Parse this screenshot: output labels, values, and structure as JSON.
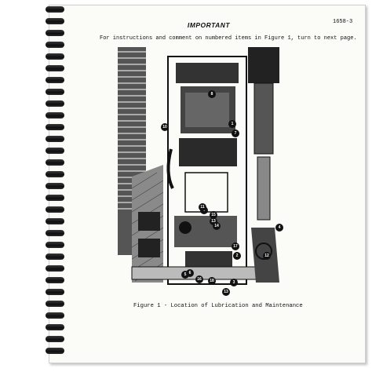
{
  "document": {
    "title": "IMPORTANT",
    "page_number": "1658-3",
    "instruction": "For instructions and comment on numbered items in Figure 1, turn to next page.",
    "caption": "Figure 1 - Location of Lubrication and Maintenance"
  },
  "figure": {
    "callouts": [
      "8",
      "1",
      "7",
      "10",
      "9",
      "11",
      "13",
      "14",
      "15",
      "4",
      "16",
      "17",
      "12",
      "2",
      "3",
      "18",
      "13",
      "6",
      "5"
    ]
  }
}
